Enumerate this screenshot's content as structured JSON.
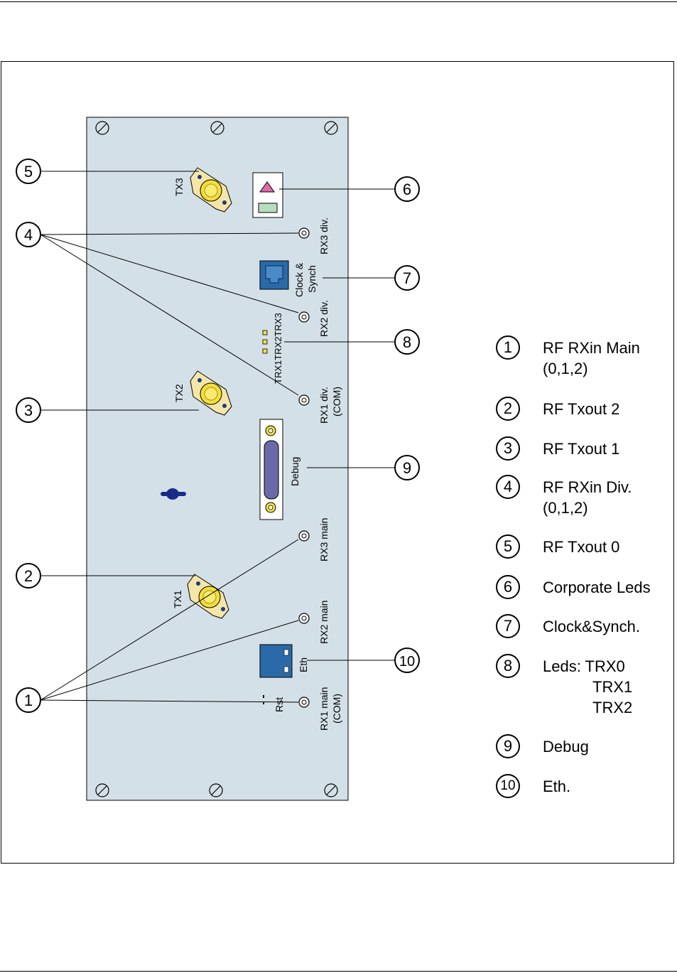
{
  "connectors": {
    "tx3": "TX3",
    "tx2": "TX2",
    "tx1": "TX1",
    "rx3_div": "RX3 div.",
    "clock_synch_1": "Clock &",
    "clock_synch_2": "Synch",
    "rx2_div": "RX2 div.",
    "trx_leds": "TRX1TRX2TRX3",
    "rx1_div_1": "RX1 div.",
    "rx1_div_2": "(COM)",
    "debug": "Debug",
    "rx3_main": "RX3 main",
    "rx2_main": "RX2 main",
    "eth": "Eth",
    "rst": "Rst",
    "rx1_main_1": "RX1 main",
    "rx1_main_2": "(COM)"
  },
  "callouts": [
    "5",
    "4",
    "3",
    "2",
    "1",
    "6",
    "7",
    "8",
    "9",
    "10"
  ],
  "legend": [
    {
      "num": "1",
      "lines": [
        "RF RXin Main",
        "(0,1,2)"
      ]
    },
    {
      "num": "2",
      "lines": [
        "RF Txout 2"
      ]
    },
    {
      "num": "3",
      "lines": [
        "RF Txout 1"
      ]
    },
    {
      "num": "4",
      "lines": [
        "RF RXin Div.",
        "(0,1,2)"
      ]
    },
    {
      "num": "5",
      "lines": [
        "RF Txout 0"
      ]
    },
    {
      "num": "6",
      "lines": [
        "Corporate Leds"
      ]
    },
    {
      "num": "7",
      "lines": [
        "Clock&Synch."
      ]
    },
    {
      "num": "8",
      "lines": [
        "Leds: TRX0",
        "TRX1",
        "TRX2"
      ]
    },
    {
      "num": "9",
      "lines": [
        "Debug"
      ]
    },
    {
      "num": "10",
      "lines": [
        "Eth."
      ]
    }
  ],
  "colors": {
    "panel": "#d4e0e8",
    "sma_body": "#f5e6a8",
    "sma_center": "#f4df3a",
    "rj45": "#2a6aa8",
    "led_pink": "#e06aa8",
    "led_green": "#b8dcc0"
  }
}
